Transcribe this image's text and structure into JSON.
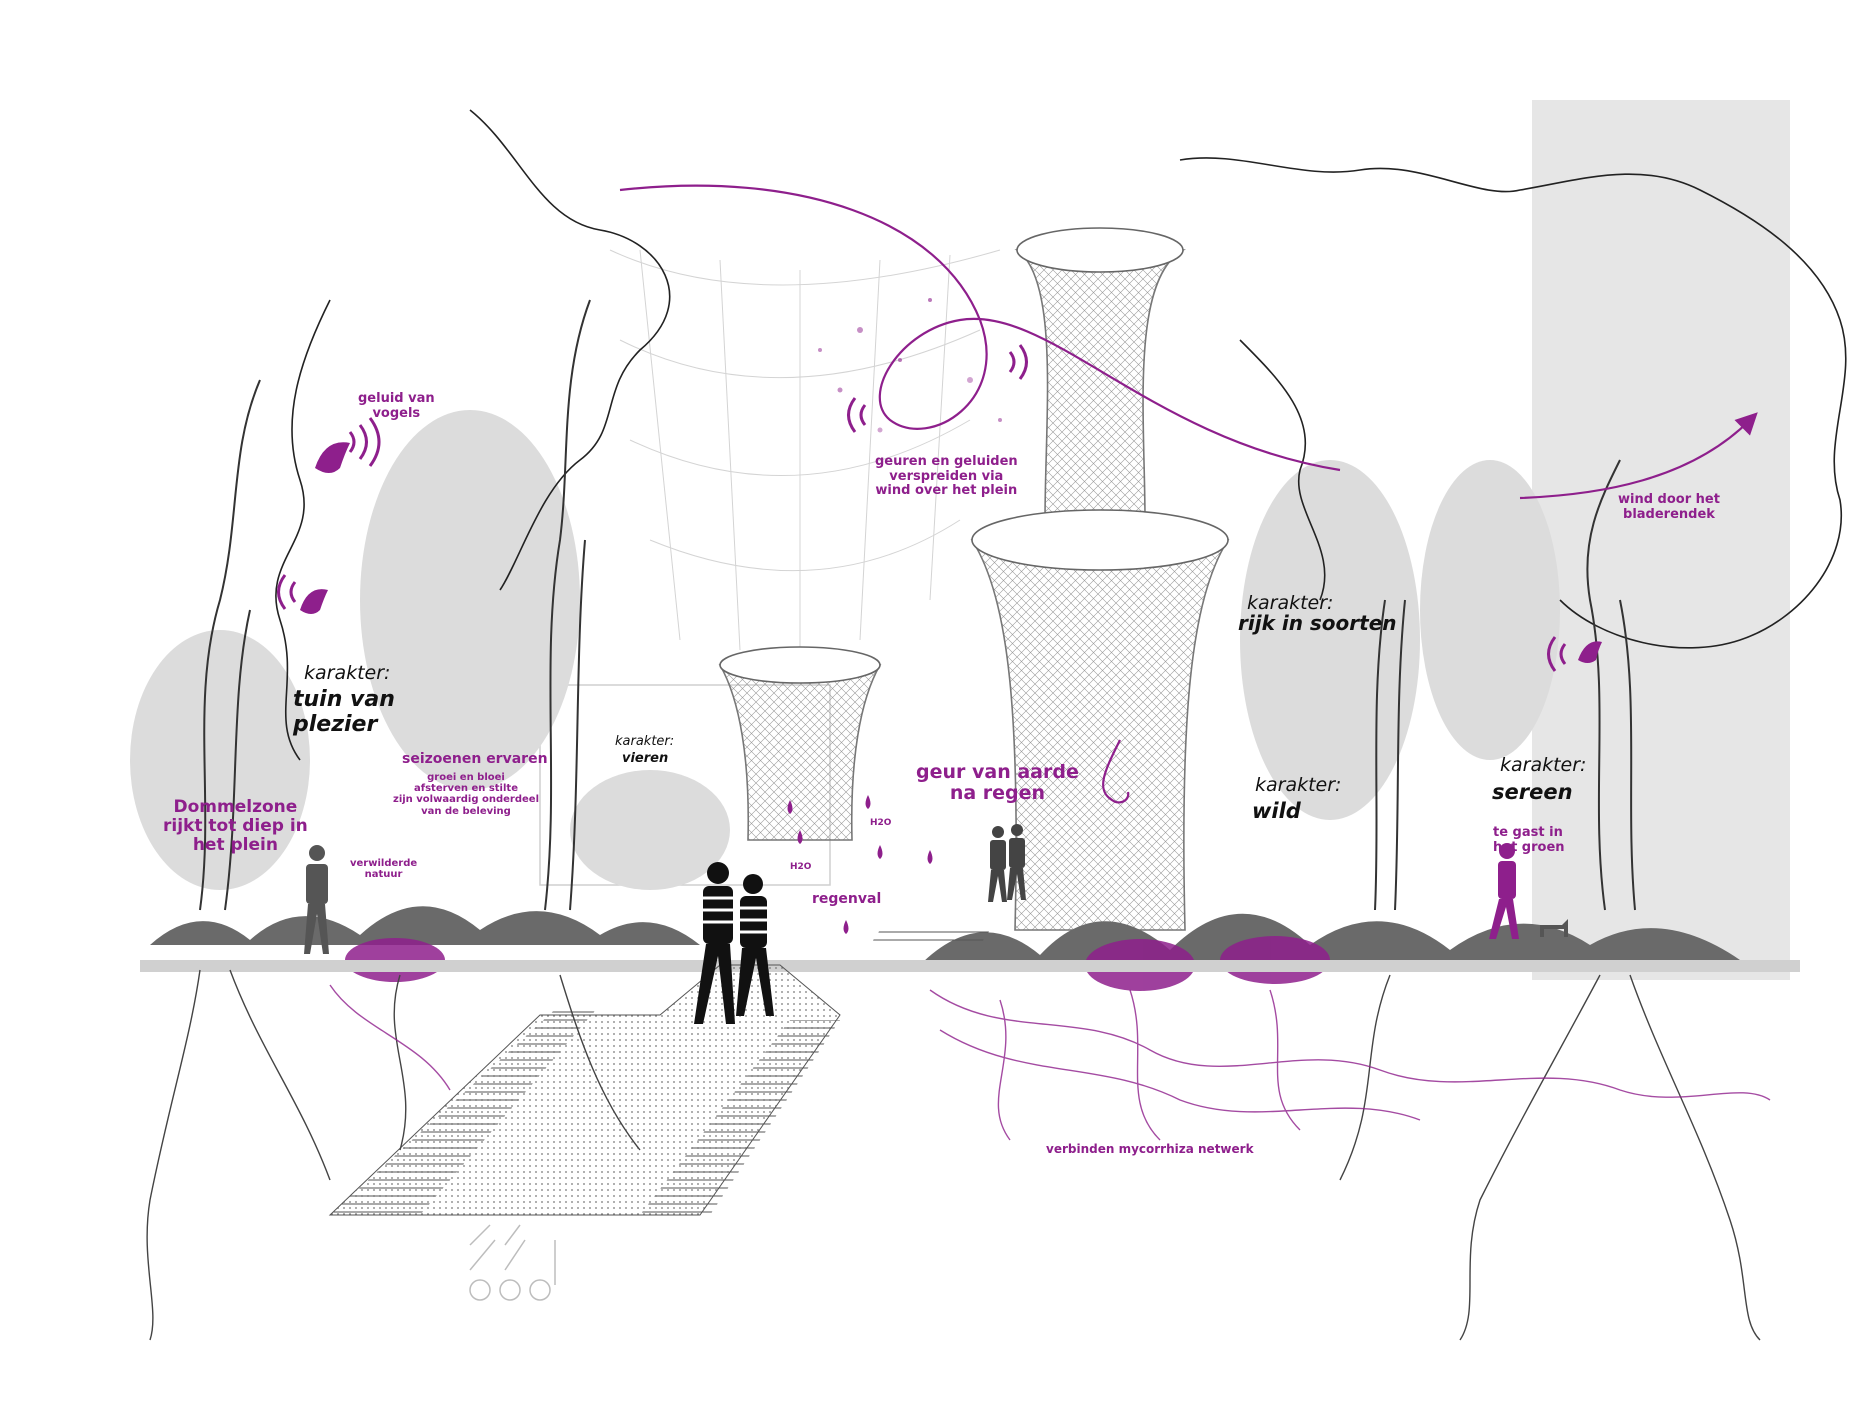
{
  "colors": {
    "accent": "#8e1f8c",
    "ink": "#111111",
    "grey": "#555555",
    "light": "#d7d7d7"
  },
  "labels": {
    "geluid_vogels": "geluid van\nvogels",
    "geuren": "geuren en geluiden\nverspreiden via\nwind over het plein",
    "wind_bladerendek": "wind door het\nbladerendek",
    "karakter": "karakter:",
    "tuin_van_plezier": "tuin van\nplezier",
    "rijk_in_soorten": "rijk in soorten",
    "vieren": "vieren",
    "wild": "wild",
    "sereen": "sereen",
    "seizoenen_title": "seizoenen ervaren",
    "seizoenen_body": "groei en bloei\nafsterven en stilte\nzijn volwaardig onderdeel\nvan de beleving",
    "dommelzone": "Dommelzone\nrijkt tot diep in\nhet plein",
    "verwilderde_natuur": "verwilderde\nnatuur",
    "geur_van_aarde": "geur van aarde\nna regen",
    "h2o": "H2O",
    "regenval": "regenval",
    "te_gast": "te gast in\nhet groen",
    "mycorrhiza": "verbinden mycorrhiza netwerk"
  },
  "icons": [
    "bird-icon",
    "sound-wave-icon",
    "nose-icon",
    "raindrop-icon",
    "wind-arrow-icon"
  ]
}
